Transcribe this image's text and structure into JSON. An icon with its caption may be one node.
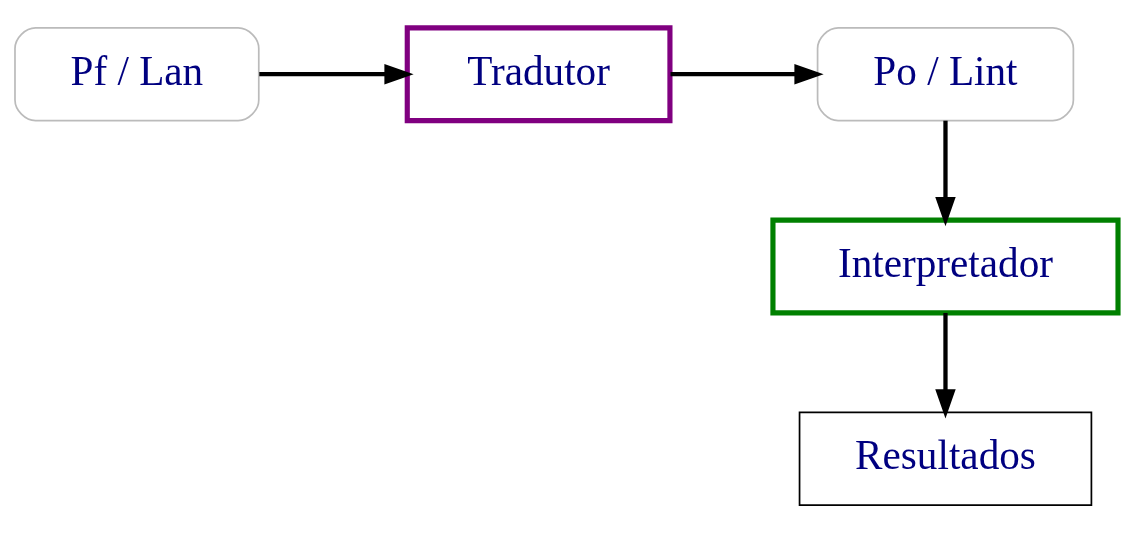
{
  "diagram": {
    "nodes": [
      {
        "text": [
          "Pf / Lan"
        ]
      },
      {
        "text": [
          "Tradutor"
        ]
      },
      {
        "text": [
          "Po / Lint"
        ]
      },
      {
        "text": [
          "Interpretador"
        ]
      },
      {
        "text": [
          "Resultados"
        ]
      }
    ],
    "edges": [
      {
        "from": 0,
        "to": 1,
        "arrow": "to"
      },
      {
        "from": 1,
        "to": 2,
        "arrow": "to"
      },
      {
        "from": 2,
        "to": 3,
        "arrow": "to"
      },
      {
        "from": 3,
        "to": 4,
        "arrow": "to"
      }
    ]
  }
}
